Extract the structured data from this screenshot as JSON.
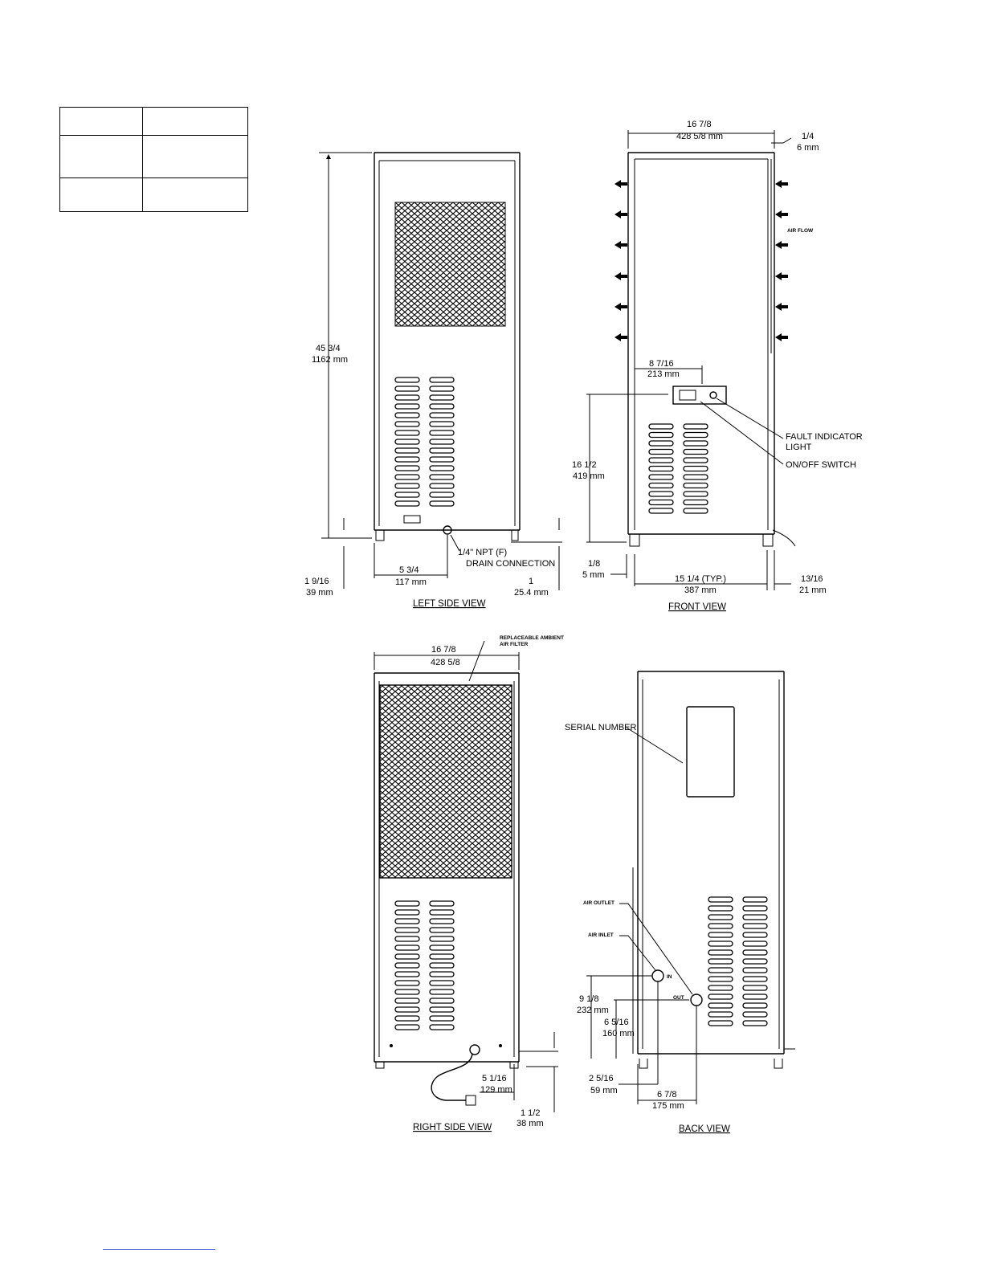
{
  "spec_table": {
    "rows": [
      [
        "",
        ""
      ],
      [
        "",
        ""
      ],
      [
        "",
        ""
      ]
    ]
  },
  "views": {
    "left_side": {
      "title": "LEFT SIDE VIEW",
      "height_in": "45 3/4",
      "height_mm": "1162 mm",
      "foot_in": "1 9/16",
      "foot_mm": "39 mm",
      "drain_in": "5 3/4",
      "drain_mm": "117 mm",
      "drain_label_1": "1/4\" NPT (F)",
      "drain_label_2": "DRAIN CONNECTION",
      "base_in": "1",
      "base_mm": "25.4 mm"
    },
    "front": {
      "title": "FRONT VIEW",
      "width_in": "16 7/8",
      "width_mm": "428 5/8 mm",
      "edge_in": "1/4",
      "edge_mm": "6 mm",
      "air_flow": "AIR FLOW",
      "panel_in": "8 7/16",
      "panel_mm": "213 mm",
      "panel_h_in": "16 1/2",
      "panel_h_mm": "419 mm",
      "fault_1": "FAULT INDICATOR",
      "fault_2": "LIGHT",
      "switch": "ON/OFF SWITCH",
      "left_off_in": "1/8",
      "left_off_mm": "5 mm",
      "feet_in": "15 1/4 (TYP.)",
      "feet_mm": "387 mm",
      "right_off_in": "13/16",
      "right_off_mm": "21 mm"
    },
    "right_side": {
      "title": "RIGHT SIDE VIEW",
      "filter_1": "REPLACEABLE AMBIENT",
      "filter_2": "AIR FILTER",
      "width_in": "16 7/8",
      "width_mm": "428 5/8",
      "cord_in": "5 1/16",
      "cord_mm": "129 mm",
      "base_in": "1 1/2",
      "base_mm": "38 mm"
    },
    "back": {
      "title": "BACK VIEW",
      "serial": "SERIAL NUMBER",
      "outlet": "AIR OUTLET",
      "inlet": "AIR INLET",
      "inlet_tag": "IN",
      "outlet_tag": "OUT",
      "inlet_h_in": "9 1/8",
      "inlet_h_mm": "232 mm",
      "outlet_h_in": "6 5/16",
      "outlet_h_mm": "160 mm",
      "side_in": "2 5/16",
      "side_mm": "59 mm",
      "spacing_in": "6 7/8",
      "spacing_mm": "175 mm"
    }
  }
}
